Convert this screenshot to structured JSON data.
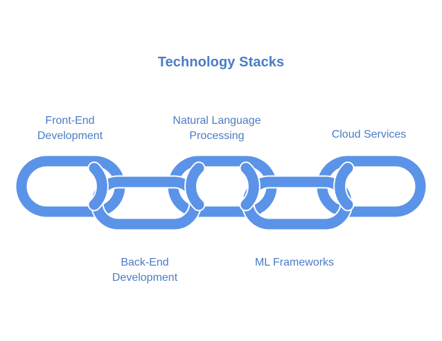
{
  "title": "Technology Stacks",
  "links": [
    {
      "label": "Front-End\nDevelopment"
    },
    {
      "label": "Back-End\nDevelopment"
    },
    {
      "label": "Natural Language\nProcessing"
    },
    {
      "label": "ML Frameworks"
    },
    {
      "label": "Cloud Services"
    }
  ],
  "colors": {
    "title": "#4a7cc4",
    "label": "#4a7cc4",
    "chain": "#5b93e8",
    "chain_stroke_edge": "#ffffff"
  }
}
